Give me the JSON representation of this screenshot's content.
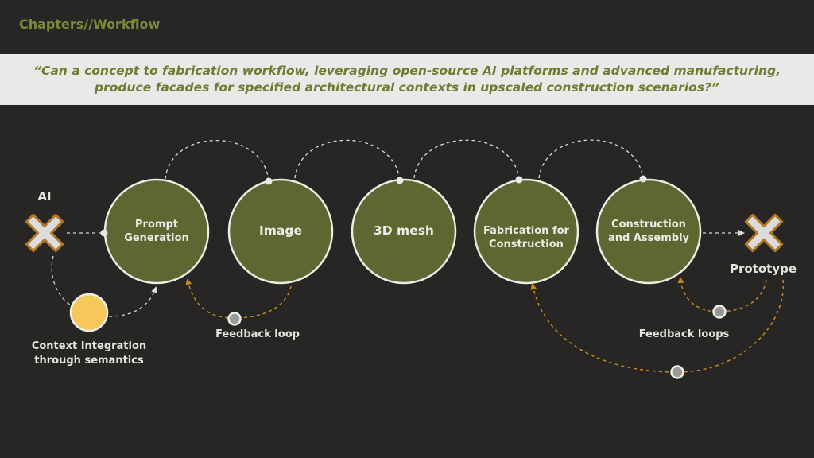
{
  "header": {
    "chapter_title": "Chapters//Workflow"
  },
  "question": {
    "text": "“Can a concept to fabrication workflow, leveraging open-source AI platforms and advanced manufacturing, produce facades for specified architectural contexts in upscaled construction scenarios?”"
  },
  "workflow": {
    "steps": [
      {
        "label": "Prompt Generation"
      },
      {
        "label": "Image"
      },
      {
        "label": "3D mesh"
      },
      {
        "label": "Fabrication for Construction"
      },
      {
        "label": "Construction and Assembly"
      }
    ],
    "ai_label": "AI",
    "prototype_label": "Prototype",
    "context_label": "Context Integration through semantics",
    "feedback_loop_label": "Feedback loop",
    "feedback_loops_label": "Feedback loops"
  },
  "colors": {
    "background": "#272624",
    "accent_green": "#7a8b38",
    "step_fill": "#5c6732",
    "feedback_orange": "#c58a1e",
    "context_yellow": "#f6c75a",
    "cross_fill": "#dcdcdc",
    "cross_outline": "#b07a2a"
  }
}
